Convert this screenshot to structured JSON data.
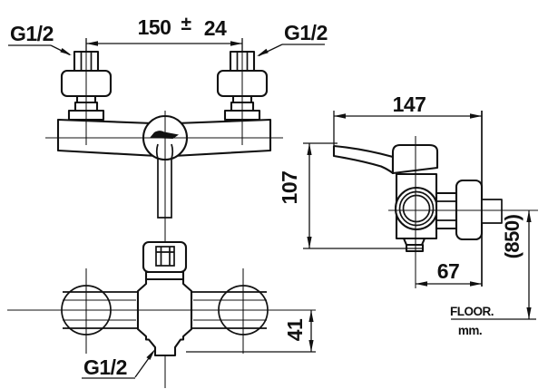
{
  "drawing": {
    "type": "technical-installation-diagram",
    "subject": "wall-mounted shower mixer faucet, three orthographic views with dimensions",
    "colors": {
      "line": "#111111",
      "background": "#ffffff"
    },
    "labels": {
      "g12_top_left": "G1/2",
      "g12_top_right": "G1/2",
      "g12_bottom": "G1/2",
      "dim150_value": "150",
      "dim150_pm": "±",
      "dim150_tol": "24",
      "dim147": "147",
      "dim107": "107",
      "dim67": "67",
      "dim850": "(850)",
      "dim41": "41",
      "floor": "FLOOR.",
      "unit": "mm."
    }
  }
}
